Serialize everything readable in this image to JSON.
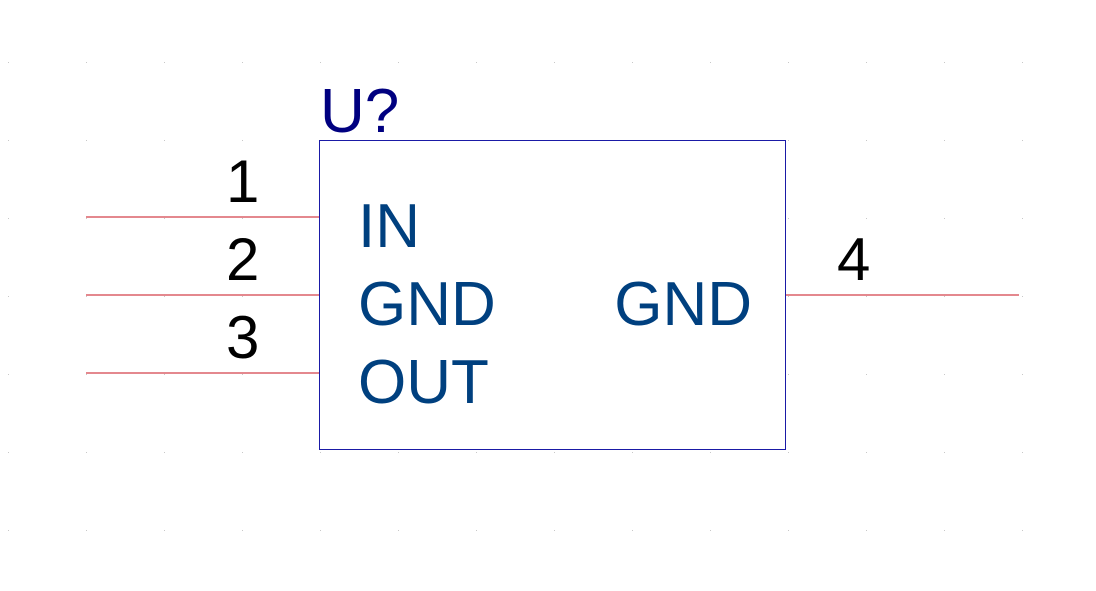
{
  "component": {
    "designator": "U?",
    "colors": {
      "body_stroke": "#1a1aa6",
      "designator": "#000080",
      "pin_name": "#00407f",
      "pin_number": "#000000",
      "pin_line": "#c8101c",
      "grid_dot": "#c8c8c8"
    },
    "pins": [
      {
        "number": "1",
        "name": "IN",
        "side": "left"
      },
      {
        "number": "2",
        "name": "GND",
        "side": "left"
      },
      {
        "number": "3",
        "name": "OUT",
        "side": "left"
      },
      {
        "number": "4",
        "name": "GND",
        "side": "right"
      }
    ]
  }
}
